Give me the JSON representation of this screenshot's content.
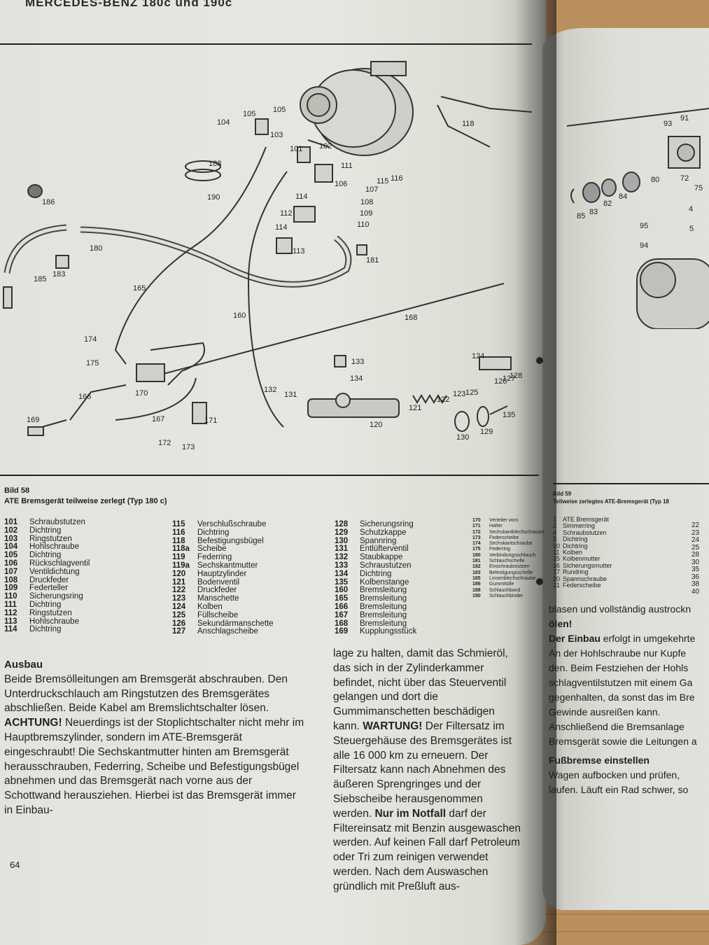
{
  "header": {
    "running_head": "MERCEDES-BENZ 180c und 190c"
  },
  "figure_left": {
    "caption_number": "Bild 58",
    "caption_title": "ATE Bremsgerät teilweise zerlegt (Typ 180 c)",
    "callouts": [
      "104",
      "105",
      "105",
      "103",
      "102",
      "101",
      "111",
      "106",
      "107",
      "108",
      "109",
      "110",
      "112",
      "113",
      "114",
      "114",
      "115",
      "116",
      "118",
      "188",
      "190",
      "186",
      "180",
      "181",
      "185",
      "183",
      "165",
      "160",
      "168",
      "174",
      "175",
      "166",
      "170",
      "169",
      "167",
      "171",
      "172",
      "173",
      "133",
      "134",
      "132",
      "131",
      "120",
      "121",
      "122",
      "123",
      "125",
      "124",
      "126",
      "127",
      "128",
      "130",
      "129",
      "135"
    ]
  },
  "legend_left": {
    "col1": [
      {
        "num": "101",
        "text": "Schraubstutzen"
      },
      {
        "num": "102",
        "text": "Dichtring"
      },
      {
        "num": "103",
        "text": "Ringstutzen"
      },
      {
        "num": "104",
        "text": "Hohlschraube"
      },
      {
        "num": "105",
        "text": "Dichtring"
      },
      {
        "num": "106",
        "text": "Rückschlagventil"
      },
      {
        "num": "107",
        "text": "Ventildichtung"
      },
      {
        "num": "108",
        "text": "Druckfeder"
      },
      {
        "num": "109",
        "text": "Federteller"
      },
      {
        "num": "110",
        "text": "Sicherungsring"
      },
      {
        "num": "111",
        "text": "Dichtring"
      },
      {
        "num": "112",
        "text": "Ringstutzen"
      },
      {
        "num": "113",
        "text": "Hohlschraube"
      },
      {
        "num": "114",
        "text": "Dichtring"
      }
    ],
    "col2": [
      {
        "num": "115",
        "text": "Verschlußschraube"
      },
      {
        "num": "116",
        "text": "Dichtring"
      },
      {
        "num": "118",
        "text": "Befestigungsbügel"
      },
      {
        "num": "118a",
        "text": "Scheibe"
      },
      {
        "num": "119",
        "text": "Federring"
      },
      {
        "num": "119a",
        "text": "Sechskantmutter"
      },
      {
        "num": "120",
        "text": "Hauptzylinder"
      },
      {
        "num": "121",
        "text": "Bodenventil"
      },
      {
        "num": "122",
        "text": "Druckfeder"
      },
      {
        "num": "123",
        "text": "Manschette"
      },
      {
        "num": "124",
        "text": "Kolben"
      },
      {
        "num": "125",
        "text": "Füllscheibe"
      },
      {
        "num": "126",
        "text": "Sekundärmanschette"
      },
      {
        "num": "127",
        "text": "Anschlagscheibe"
      }
    ],
    "col3": [
      {
        "num": "128",
        "text": "Sicherungsring"
      },
      {
        "num": "129",
        "text": "Schutzkappe"
      },
      {
        "num": "130",
        "text": "Spannring"
      },
      {
        "num": "131",
        "text": "Entlüfterventil"
      },
      {
        "num": "132",
        "text": "Staubkappe"
      },
      {
        "num": "133",
        "text": "Schraustutzen"
      },
      {
        "num": "134",
        "text": "Dichtring"
      },
      {
        "num": "135",
        "text": "Kolbenstange"
      },
      {
        "num": "160",
        "text": "Bremsleitung"
      },
      {
        "num": "165",
        "text": "Bremsleitung"
      },
      {
        "num": "166",
        "text": "Bremsleitung"
      },
      {
        "num": "167",
        "text": "Bremsleitung"
      },
      {
        "num": "168",
        "text": "Bremsleitung"
      },
      {
        "num": "169",
        "text": "Kupplungsstück"
      }
    ],
    "col4": [
      {
        "num": "170",
        "text": "Verteiler vorn"
      },
      {
        "num": "171",
        "text": "Halter"
      },
      {
        "num": "172",
        "text": "Sechskantblechschraube"
      },
      {
        "num": "173",
        "text": "Federscheibe"
      },
      {
        "num": "174",
        "text": "Sechskantschraube"
      },
      {
        "num": "175",
        "text": "Federring"
      },
      {
        "num": "180",
        "text": "Verbindungsschlauch"
      },
      {
        "num": "181",
        "text": "Schlauchschelle"
      },
      {
        "num": "182",
        "text": "Einschraubstutzen"
      },
      {
        "num": "183",
        "text": "Befestigungsschelle"
      },
      {
        "num": "185",
        "text": "Linsenblechschraube"
      },
      {
        "num": "186",
        "text": "Gummitülle"
      },
      {
        "num": "188",
        "text": "Schlauchband"
      },
      {
        "num": "190",
        "text": "Schlauchbinder"
      }
    ]
  },
  "text_left": {
    "heading": "Ausbau",
    "p1": "Beide Bremsölleitungen am Bremsgerät abschrauben. Den Unterdruckschlauch am Ringstutzen des Bremsgerätes abschließen. Beide Kabel am Bremslichtschalter lösen.",
    "achtung_label": "ACHTUNG!",
    "p2": " Neuerdings ist der Stoplichtschalter nicht mehr im Hauptbremszylinder, sondern im ATE-Bremsgerät eingeschraubt! Die Sechskantmutter hinten am Bremsgerät herausschrauben, Federring, Scheibe und Befestigungsbügel abnehmen und das Bremsgerät nach vorne aus der Schottwand herausziehen. Hierbei ist das Bremsgerät immer in Einbau-"
  },
  "text_middle": {
    "p1": "lage zu halten, damit das Schmieröl, das sich in der Zylinderkammer befindet, nicht über das Steuerventil gelangen und dort die Gummimanschetten beschädigen kann.",
    "wartung_label": "WARTUNG!",
    "p2": " Der Filtersatz im Steuergehäuse des Bremsgerätes ist alle 16 000 km zu erneuern. Der Filtersatz kann nach Abnehmen des äußeren Sprengringes und der Siebscheibe herausgenommen werden.",
    "notfall_label": "Nur im Notfall",
    "p3": " darf der Filtereinsatz mit Benzin ausgewaschen werden. Auf keinen Fall darf Petroleum oder Tri zum reinigen verwendet werden. Nach dem Auswaschen gründlich mit Preßluft aus-"
  },
  "page_number": "64",
  "right_page": {
    "caption_number": "Bild 59",
    "caption_title": "Teilweise zerlegtes ATE-Bremsgerät (Typ 18",
    "callouts": [
      "93",
      "91",
      "72",
      "75",
      "80",
      "85",
      "83",
      "82",
      "84",
      "95",
      "5",
      "4",
      "94"
    ],
    "legend": [
      {
        "num": "1",
        "text": "ATE Bremsgerät"
      },
      {
        "num": "2",
        "text": "Simmerring"
      },
      {
        "num": "4",
        "text": "Schraubstutzen"
      },
      {
        "num": "5",
        "text": "Dichtring"
      },
      {
        "num": "10",
        "text": "Dichtring"
      },
      {
        "num": "11",
        "text": "Kolben"
      },
      {
        "num": "15",
        "text": "Kolbenmutter"
      },
      {
        "num": "16",
        "text": "Sicherungsmutter"
      },
      {
        "num": "17",
        "text": "Rundring"
      },
      {
        "num": "20",
        "text": "Spannschraube"
      },
      {
        "num": "21",
        "text": "Federscheibe"
      }
    ],
    "legend_nums": [
      "22",
      "23",
      "24",
      "25",
      "28",
      "30",
      "35",
      "36",
      "38",
      "40"
    ],
    "line1": "blasen und vollständig austrockn",
    "line2": "ölen!",
    "einbau_label": "Der Einbau",
    "line3": " erfolgt in umgekehrte",
    "line4": "An der Hohlschraube nur Kupfe",
    "line5": "den. Beim Festziehen der Hohls",
    "line6": "schlagventilstutzen mit einem Ga",
    "line7": "gegenhalten, da sonst das im Bre",
    "line8": "Gewinde ausreißen kann.",
    "line9": "Anschließend die Bremsanlage",
    "line10": "Bremsgerät sowie die Leitungen a",
    "sub_heading": "Fußbremse einstellen",
    "line11": "Wagen aufbocken und prüfen,",
    "line12": "laufen. Läuft ein Rad schwer, so"
  }
}
